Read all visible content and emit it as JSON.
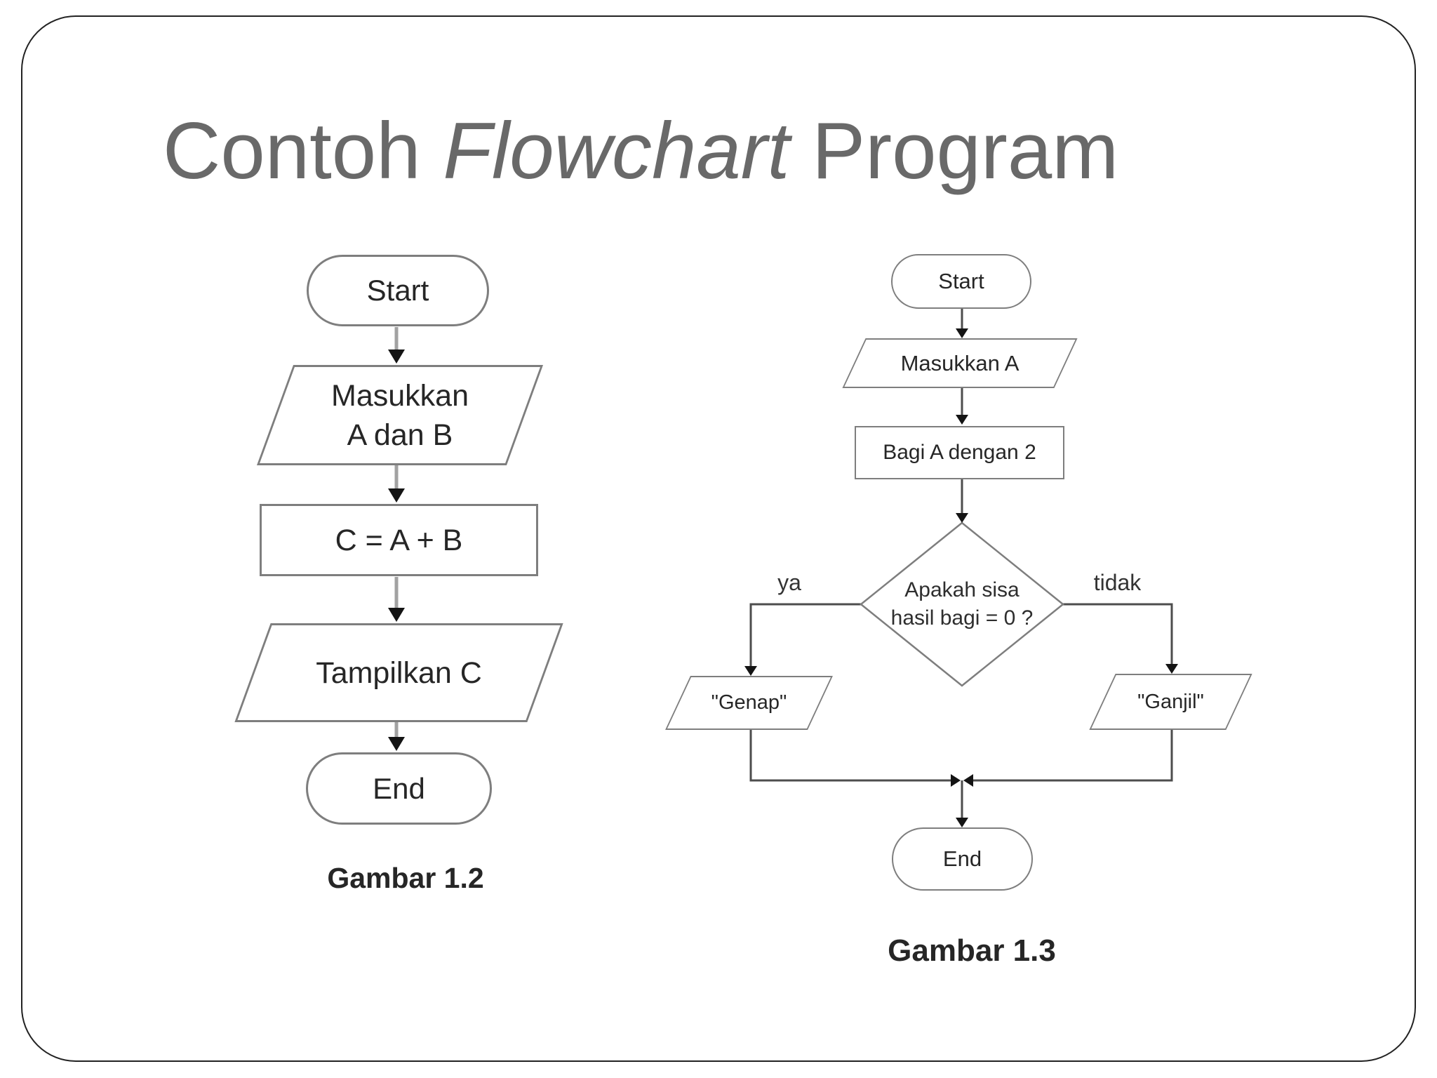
{
  "slide": {
    "title": {
      "part1": "Contoh ",
      "italic": "Flowchart",
      "part2": " Program"
    }
  },
  "left_flowchart": {
    "caption": "Gambar 1.2",
    "start": "Start",
    "input_line1": "Masukkan",
    "input_line2": "A dan B",
    "process": "C = A + B",
    "output": "Tampilkan C",
    "end": "End"
  },
  "right_flowchart": {
    "caption": "Gambar 1.3",
    "start": "Start",
    "input": "Masukkan A",
    "process": "Bagi A dengan 2",
    "decision_line1": "Apakah sisa",
    "decision_line2": "hasil bagi = 0 ?",
    "branch_yes": "ya",
    "branch_no": "tidak",
    "output_yes": "\"Genap\"",
    "output_no": "\"Ganjil\"",
    "end": "End"
  },
  "colors": {
    "title_gray": "#696969",
    "shape_border": "#7e7e7e",
    "text": "#262626",
    "connector_left": "#a2a2a2",
    "connector_right": "#4d4d4d",
    "arrowhead": "#141414"
  }
}
